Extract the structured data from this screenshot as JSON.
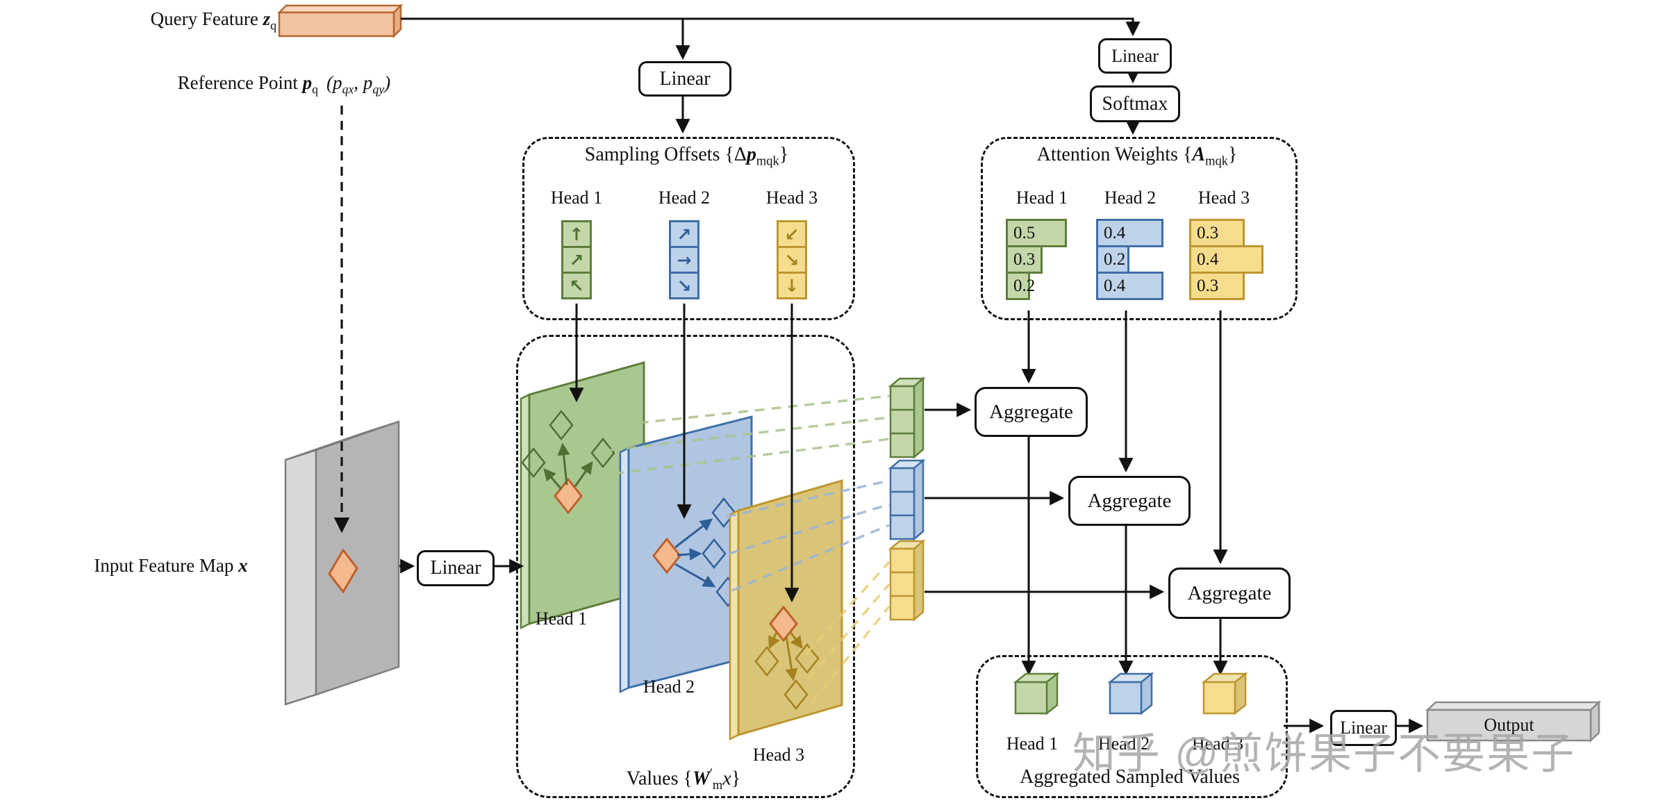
{
  "labels": {
    "query": {
      "pre": "Query Feature ",
      "var": "z",
      "sub": "q"
    },
    "reference": {
      "pre": "Reference Point ",
      "var": "p",
      "sub": "q",
      "coords_open": "(",
      "coords_v1": "p",
      "coords_s1": "qx",
      "coords_sep": ", ",
      "coords_v2": "p",
      "coords_s2": "qy",
      "coords_close": ")"
    },
    "input_map": {
      "pre": "Input Feature Map ",
      "var": "x"
    }
  },
  "boxes": {
    "linear": "Linear",
    "softmax": "Softmax",
    "aggregate": "Aggregate",
    "output": "Output"
  },
  "offsets_panel": {
    "title_pre": "Sampling Offsets {Δ",
    "title_var": "p",
    "title_sub": "mqk",
    "title_post": "}",
    "heads": [
      "Head 1",
      "Head 2",
      "Head 3"
    ],
    "arrow_cells": [
      [
        "↑",
        "↗",
        "↖"
      ],
      [
        "↗",
        "→",
        "↘"
      ],
      [
        "↙",
        "↘",
        "↓"
      ]
    ]
  },
  "attention_panel": {
    "title_pre": "Attention Weights {",
    "title_var": "A",
    "title_sub": "mqk",
    "title_post": "}",
    "heads": [
      "Head 1",
      "Head 2",
      "Head 3"
    ],
    "weights": [
      [
        "0.5",
        "0.3",
        "0.2"
      ],
      [
        "0.4",
        "0.2",
        "0.4"
      ],
      [
        "0.3",
        "0.4",
        "0.3"
      ]
    ]
  },
  "values_panel": {
    "title_pre": "Values {",
    "title_var": "W",
    "title_prime": "′",
    "title_sub": "m",
    "title_var2": "x",
    "title_post": "}",
    "heads": [
      "Head 1",
      "Head 2",
      "Head 3"
    ]
  },
  "aggregated_panel": {
    "caption": "Aggregated Sampled Values",
    "heads": [
      "Head 1",
      "Head 2",
      "Head 3"
    ]
  },
  "watermark": "知乎 @煎饼果子不要果子",
  "colors": {
    "green": {
      "fill": "#c3d7a9",
      "stroke": "#5e7e3c",
      "map": "#aac78f",
      "light": "#cfe0ba",
      "dark": "#4f6f33"
    },
    "blue": {
      "fill": "#bed2e9",
      "stroke": "#3f6fa8",
      "map": "#afc5e1",
      "light": "#d6e3f3",
      "dark": "#2f5f98"
    },
    "yellow": {
      "fill": "#f6dd8d",
      "stroke": "#bd962f",
      "map": "#d9c478",
      "light": "#f1e3ae",
      "dark": "#a6811f"
    },
    "orange": {
      "fill": "#f3c4a0",
      "stroke": "#b5662e",
      "point": "#f5b98e"
    },
    "gray": {
      "front": "#b5b5b5",
      "side": "#d8d8d8",
      "stroke": "#7d7d7d"
    },
    "line": "#111111",
    "watermark": "#a6a6a6"
  }
}
